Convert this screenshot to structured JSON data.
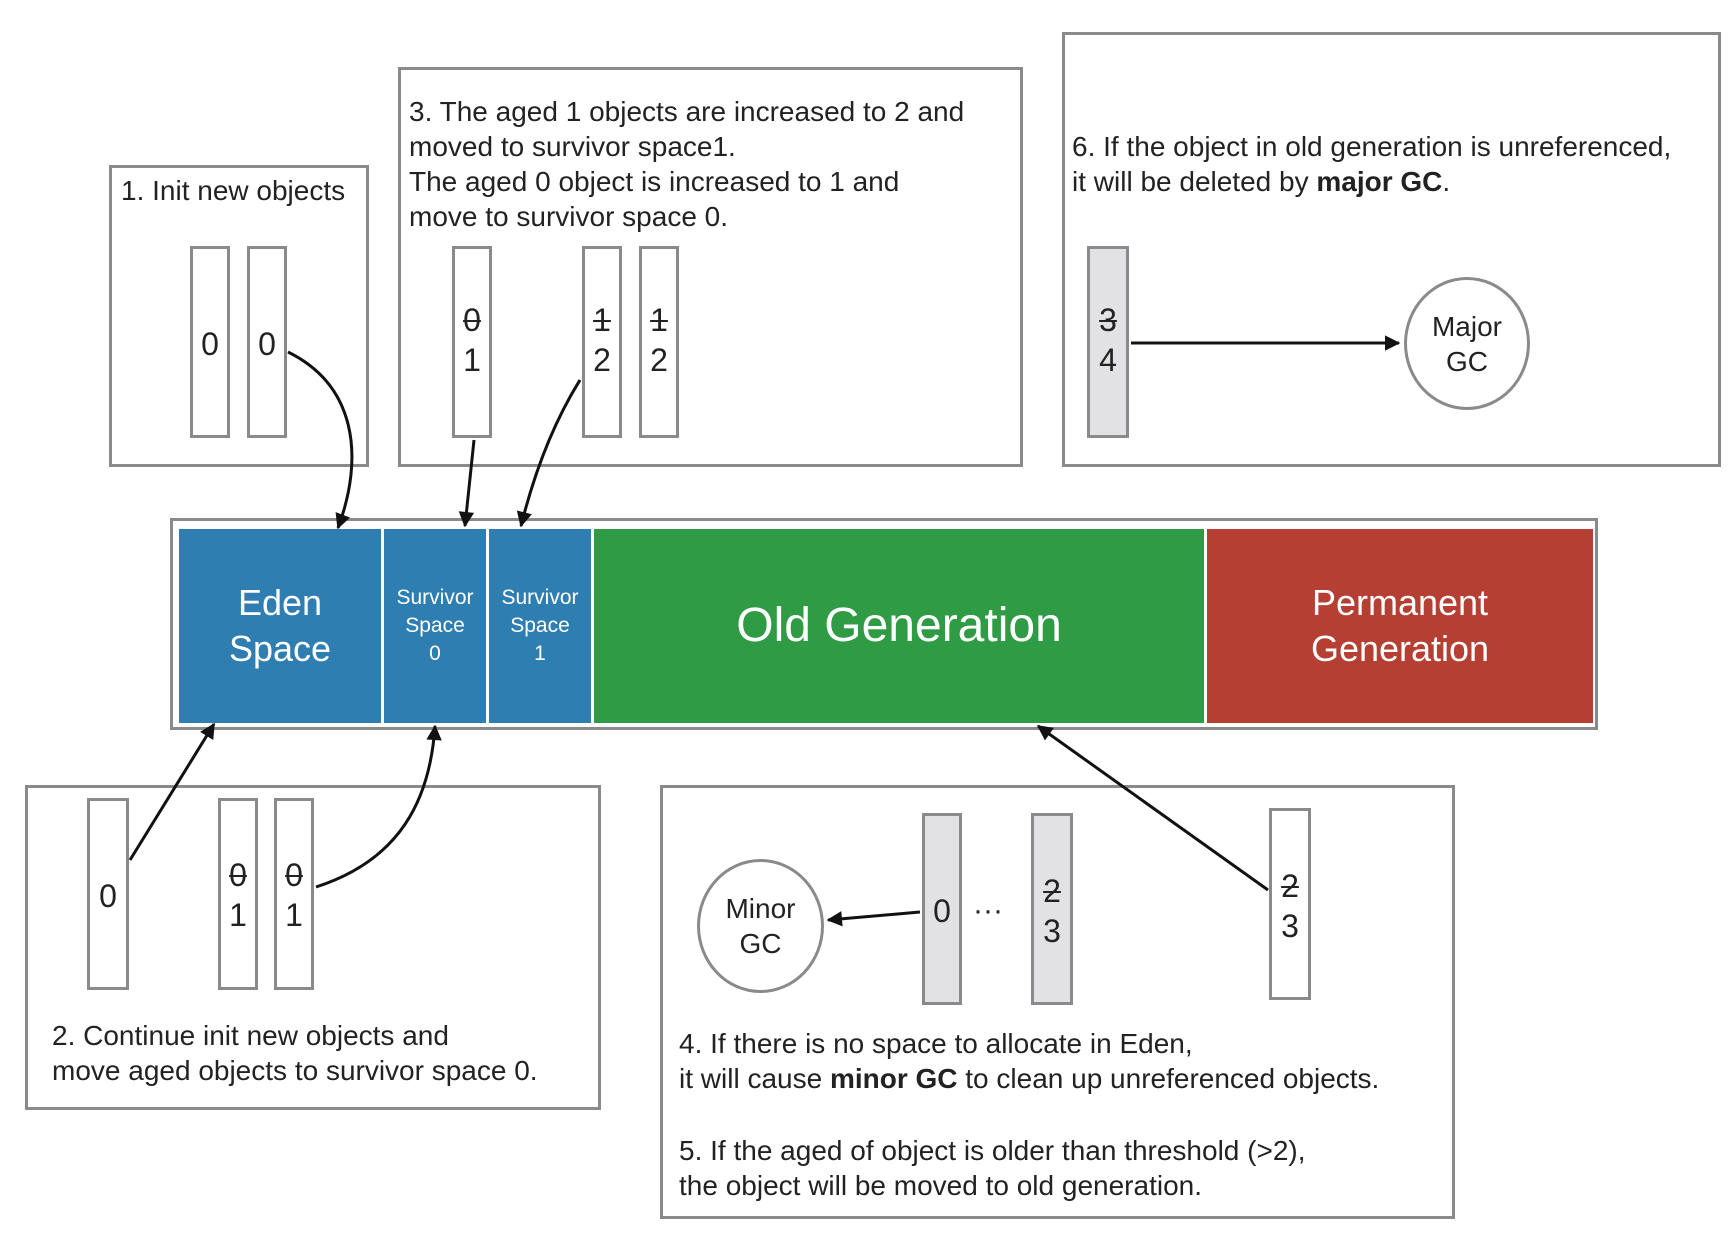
{
  "colors": {
    "eden": "#2e7eb1",
    "survivor": "#2e7eb1",
    "old": "#2f9b45",
    "permanent": "#b53f33",
    "frame": "#8a8a8a",
    "aged_fill": "#e2e2e4"
  },
  "heap": {
    "eden_label": "Eden\nSpace",
    "survivor0_label": "Survivor\nSpace\n0",
    "survivor1_label": "Survivor\nSpace\n1",
    "old_label": "Old Generation",
    "permanent_label": "Permanent\nGeneration"
  },
  "step1": {
    "caption": "1. Init new objects",
    "objects": [
      {
        "age": "0"
      },
      {
        "age": "0"
      }
    ]
  },
  "step2": {
    "caption": "2. Continue init new objects and\nmove aged objects to survivor space 0.",
    "objects": [
      {
        "age": "0"
      },
      {
        "old_age": "0",
        "new_age": "1"
      },
      {
        "old_age": "0",
        "new_age": "1"
      }
    ]
  },
  "step3": {
    "caption": "3. The aged 1 objects are increased to 2 and\nmoved to survivor space1.\nThe aged 0 object is increased to 1 and\nmove to survivor space 0.",
    "objects": [
      {
        "old_age": "0",
        "new_age": "1"
      },
      {
        "old_age": "1",
        "new_age": "2"
      },
      {
        "old_age": "1",
        "new_age": "2"
      }
    ]
  },
  "step4": {
    "caption_pre": "4. If there is no space to allocate in Eden,\nit will cause ",
    "caption_bold": "minor GC",
    "caption_post": " to clean up unreferenced objects.",
    "gc_label": "Minor\nGC",
    "objects": [
      {
        "age": "0"
      },
      {
        "old_age": "2",
        "new_age": "3"
      }
    ],
    "ellipsis": "···"
  },
  "step5": {
    "caption": "5. If the aged of object is older than threshold (>2),\nthe object will be moved to old generation.",
    "object": {
      "old_age": "2",
      "new_age": "3"
    }
  },
  "step6": {
    "caption_pre": "6. If the object in old generation is unreferenced,\nit will be deleted by ",
    "caption_bold": "major GC",
    "caption_post": ".",
    "gc_label": "Major\nGC",
    "object": {
      "old_age": "3",
      "new_age": "4"
    }
  }
}
